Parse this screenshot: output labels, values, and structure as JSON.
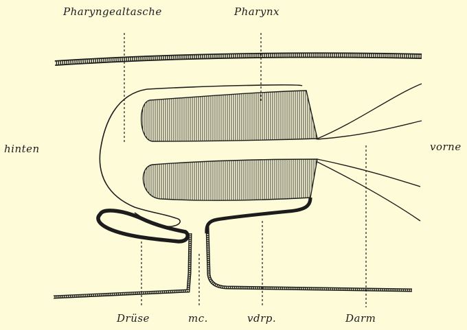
{
  "figure": {
    "background": "#fdfbd8",
    "ink": "#1c1c1c",
    "labels": {
      "pharyngealtasche": "Pharyngealtasche",
      "pharynx": "Pharynx",
      "hinten": "hinten",
      "vorne": "vorne",
      "druese": "Drüse",
      "mc": "mc.",
      "vdrp": "vdrp.",
      "darm": "Darm"
    }
  }
}
